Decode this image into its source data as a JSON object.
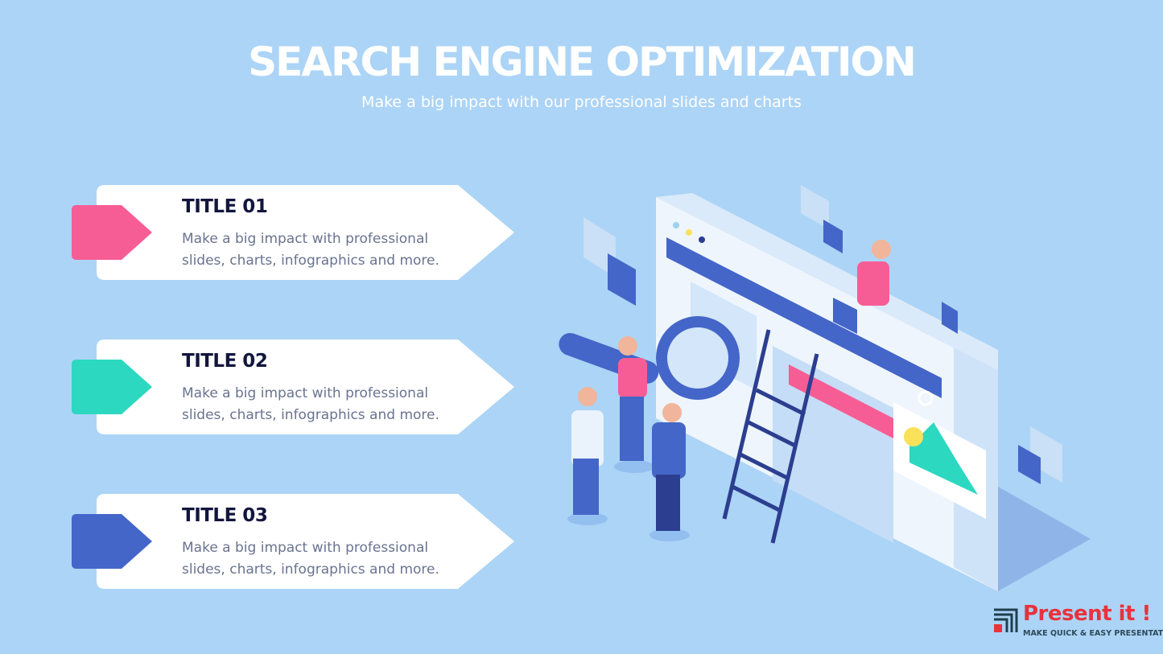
{
  "header": {
    "title": "SEARCH ENGINE OPTIMIZATION",
    "subtitle": "Make a big impact with our professional slides and charts"
  },
  "items": [
    {
      "title": "TITLE 01",
      "desc": "Make a big impact with professional slides, charts, infographics and more.",
      "color": "#f75d95"
    },
    {
      "title": "TITLE 02",
      "desc": "Make a big impact with professional slides, charts, infographics and more.",
      "color": "#2dd8c0"
    },
    {
      "title": "TITLE 03",
      "desc": "Make a big impact with professional slides, charts, infographics and more.",
      "color": "#4466c8"
    }
  ],
  "logo": {
    "name": "Present it !",
    "tagline": "MAKE QUICK & EASY PRESENTATIONS"
  }
}
